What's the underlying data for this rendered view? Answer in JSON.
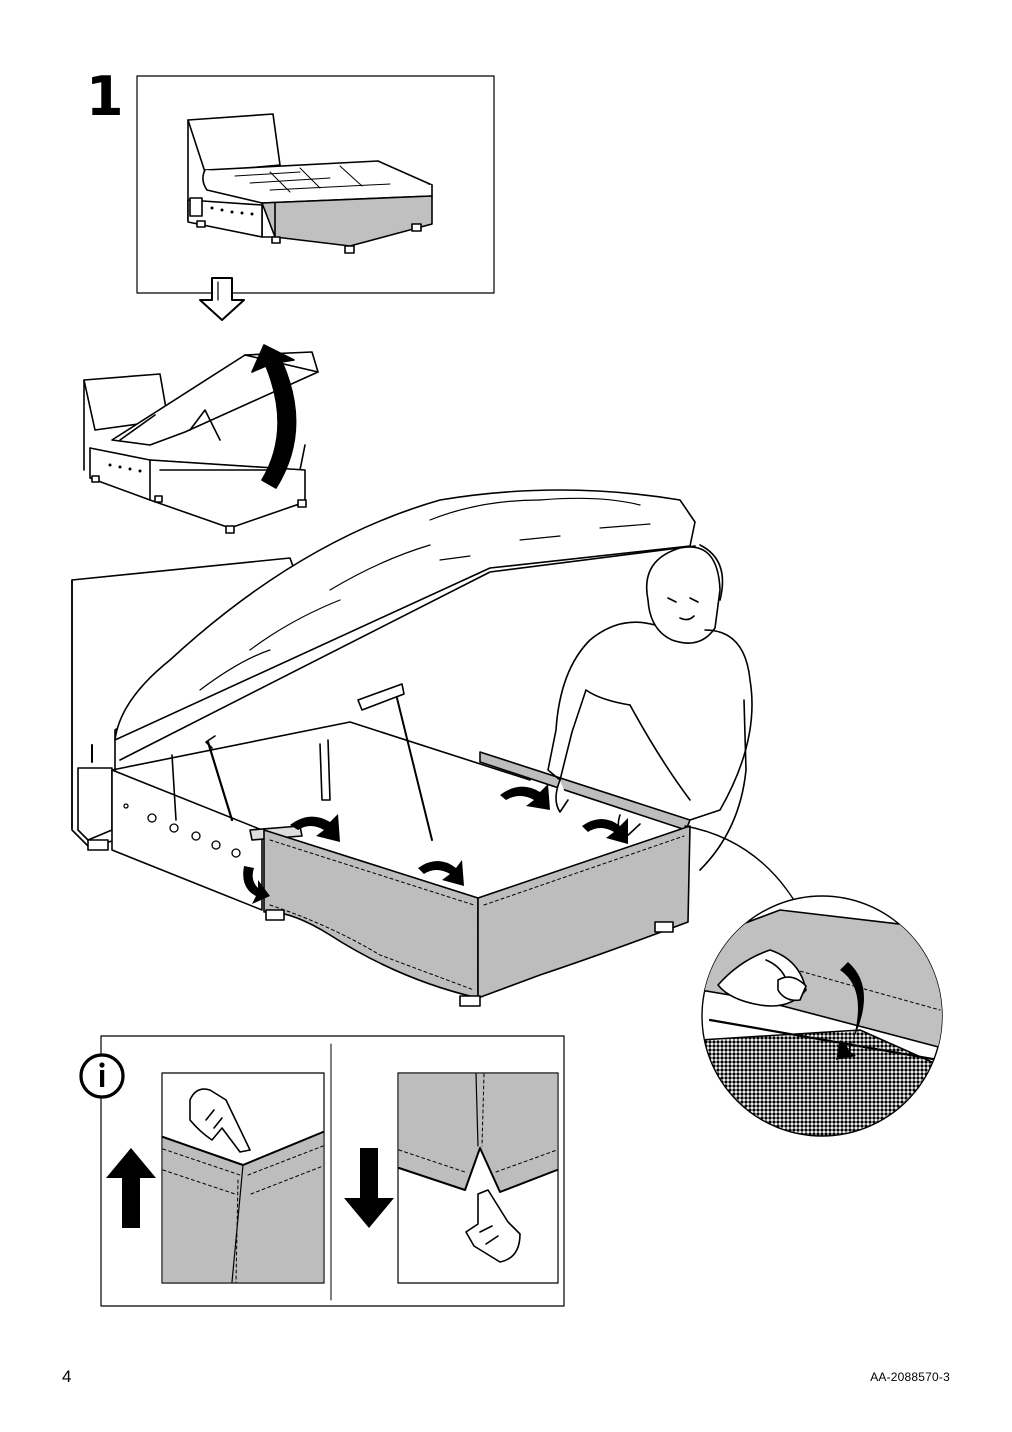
{
  "step": {
    "number": "1"
  },
  "footer": {
    "page_number": "4",
    "doc_code": "AA-2088570-3"
  },
  "info": {
    "icon_glyph": "i"
  },
  "icons": [
    "down-arrow-icon",
    "lift-arrow-icon",
    "rotate-arrow-icon",
    "info-icon",
    "up-arrow-icon",
    "down-arrow-icon"
  ],
  "colors": {
    "fabric": "#bdbdbd",
    "line": "#000000",
    "background": "#ffffff",
    "felt": "#9a9a9a"
  }
}
